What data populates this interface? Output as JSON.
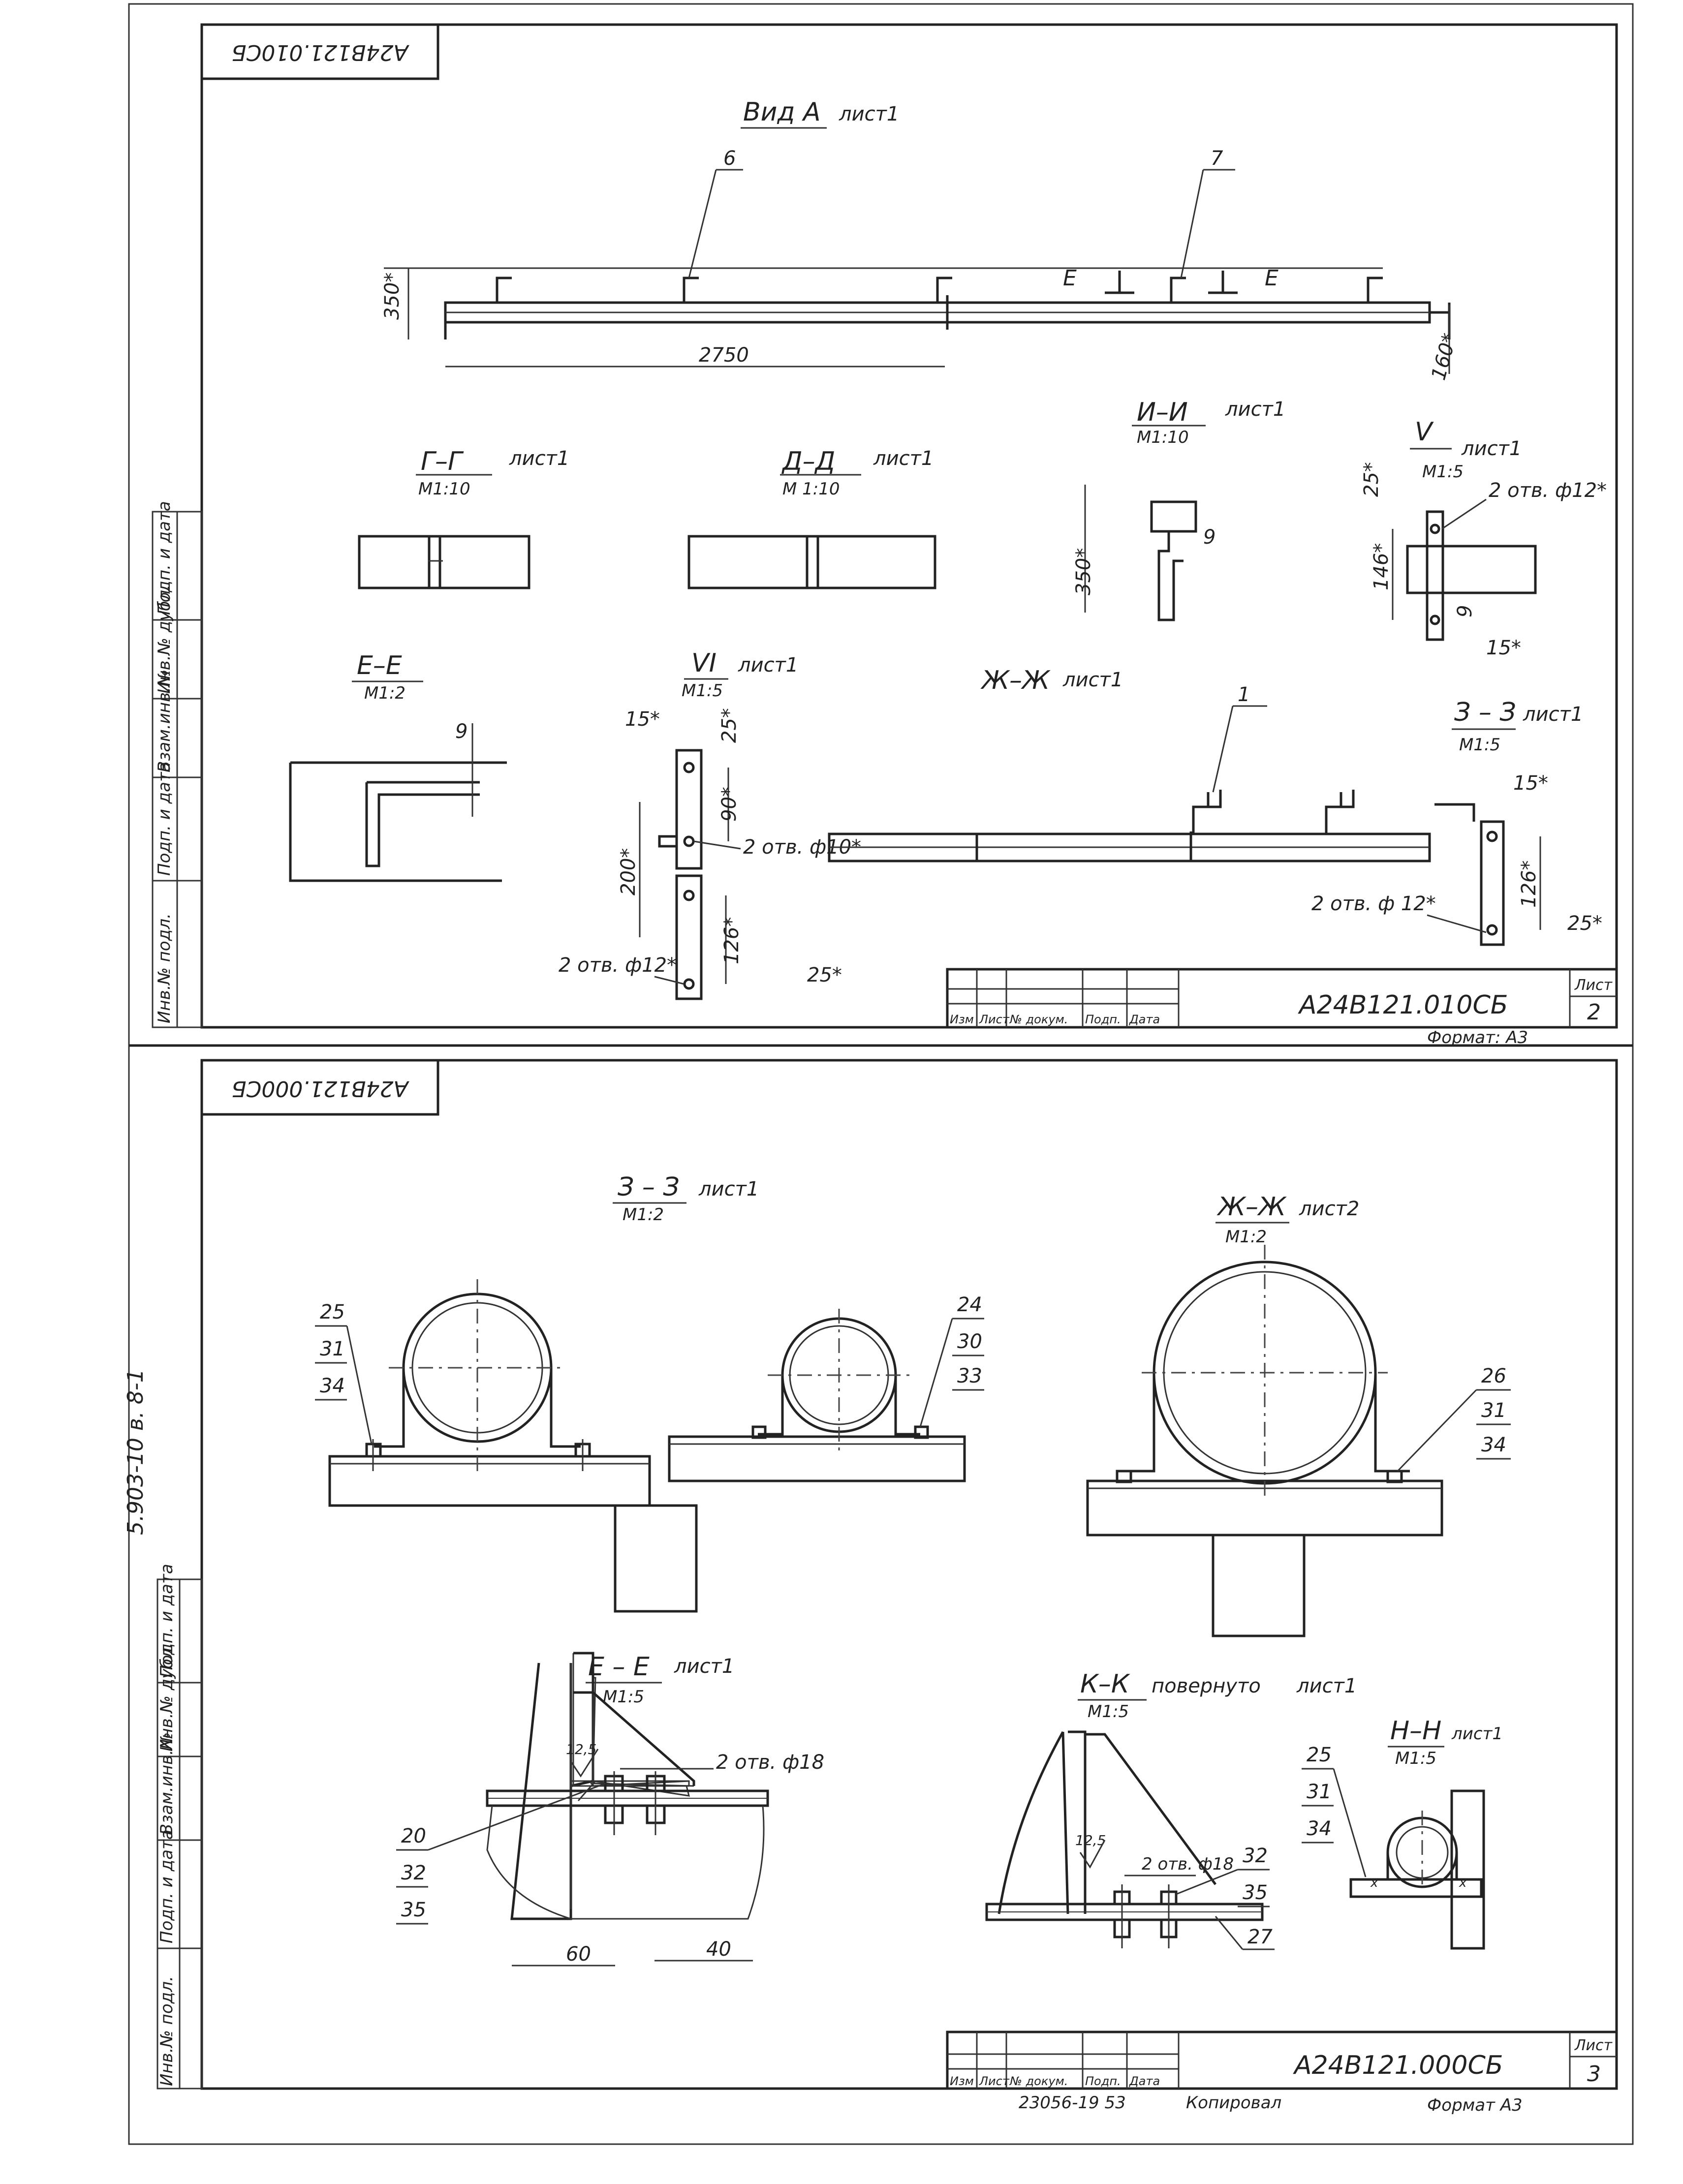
{
  "sheet2": {
    "stamp_code": "A24B121.010CБ",
    "title_code": "A24B121.010CБ",
    "list_label": "Лист",
    "list_number": "2",
    "format": "Формат: A3",
    "sidebar": [
      "Инв.№ подл.",
      "Подп. и дата",
      "Взам.инв.№",
      "Инв.№ дубл.",
      "Подп. и дата"
    ],
    "title_block_cols": [
      "Изм",
      "Лист",
      "№ докум.",
      "Подп.",
      "Дата"
    ],
    "view_a": {
      "title": "Вид А",
      "sheet_ref": "лист1",
      "callout_left": "6",
      "callout_right": "7",
      "cut_a": "Е",
      "cut_b": "Е",
      "dim_height": "350*",
      "dim_length": "2750",
      "dim_side": "160*"
    },
    "sec_g": {
      "title": "Г–Г",
      "sheet_ref": "лист1",
      "scale": "М1:10"
    },
    "sec_d": {
      "title": "Д–Д",
      "sheet_ref": "лист1",
      "scale": "М 1:10"
    },
    "sec_i": {
      "title": "И–И",
      "sheet_ref": "лист1",
      "scale": "М1:10",
      "dim_height": "350*",
      "dim_thk": "9"
    },
    "sec_v": {
      "title": "V",
      "sheet_ref": "лист1",
      "scale": "М1:5",
      "dim_top": "25*",
      "holes": "2 отв. ф12*",
      "dim_len": "146*",
      "dim_thk": "9",
      "dim_w": "15*"
    },
    "sec_e": {
      "title": "Е–Е",
      "scale": "М1:2",
      "dim_thk": "9"
    },
    "sec_vi": {
      "title": "VI",
      "sheet_ref": "лист1",
      "scale": "М1:5",
      "dim_w": "15*",
      "dim_top": "25*",
      "dim_90": "90*",
      "holes10": "2 отв. ф10*",
      "dim_200": "200*",
      "dim_126": "126*",
      "holes12": "2 отв. ф12*",
      "dim_bot": "25*"
    },
    "sec_zh": {
      "title": "Ж–Ж",
      "sheet_ref": "лист1",
      "callout": "1"
    },
    "sec_z": {
      "title": "З – З",
      "sheet_ref": "лист1",
      "scale": "М1:5",
      "dim_w": "15*",
      "dim_126": "126*",
      "holes": "2 отв. ф 12*",
      "dim_bot": "25*"
    }
  },
  "sheet3": {
    "stamp_code": "A24B121.000CБ",
    "title_code": "A24B121.000CБ",
    "list_label": "Лист",
    "list_number": "3",
    "side_code": "5.903-10   в. 8-1",
    "sidebar": [
      "Инв.№ подл.",
      "Подп. и дата",
      "Взам.инв.№",
      "Инв.№ дубл.",
      "Подп. и дата"
    ],
    "title_block_cols": [
      "Изм",
      "Лист",
      "№ докум.",
      "Подп.",
      "Дата"
    ],
    "copy_info": "23056-19    53",
    "copy_label": "Копировал",
    "format": "Формат A3",
    "sec_z": {
      "title": "З – З",
      "sheet_ref": "лист1",
      "scale": "М1:2",
      "left_callouts": [
        "25",
        "31",
        "34"
      ],
      "right_callouts": [
        "24",
        "30",
        "33"
      ]
    },
    "sec_zh": {
      "title": "Ж–Ж",
      "sheet_ref": "лист2",
      "scale": "М1:2",
      "callouts": [
        "26",
        "31",
        "34"
      ]
    },
    "sec_e": {
      "title": "Е – Е",
      "sheet_ref": "лист1",
      "scale": "М1:5",
      "callouts": [
        "20",
        "32",
        "35"
      ],
      "rough": "12,5",
      "holes": "2 отв. ф18",
      "dim_60": "60",
      "dim_40": "40"
    },
    "sec_k": {
      "title": "К–К",
      "note": "повернуто",
      "sheet_ref": "лист1",
      "scale": "М1:5",
      "callouts": [
        "32",
        "35"
      ],
      "callout_27": "27",
      "rough": "12,5",
      "holes": "2 отв. ф18"
    },
    "sec_n": {
      "title": "Н–Н",
      "sheet_ref": "лист1",
      "scale": "М1:5",
      "callouts": [
        "25",
        "31",
        "34"
      ]
    }
  }
}
